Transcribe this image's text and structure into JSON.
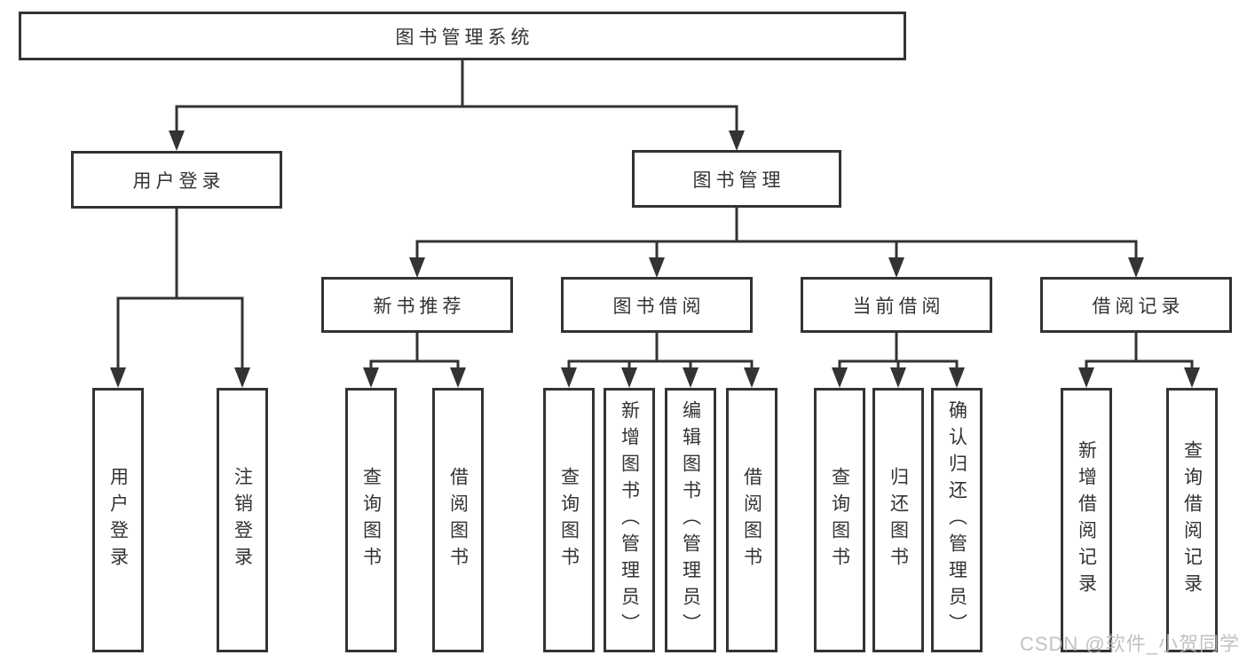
{
  "diagram": {
    "root": {
      "label": "图书管理系统"
    },
    "level2": [
      {
        "label": "用户登录",
        "children": [
          {
            "label": "用户登录"
          },
          {
            "label": "注销登录"
          }
        ]
      },
      {
        "label": "图书管理",
        "children": [
          {
            "label": "新书推荐",
            "children": [
              {
                "label": "查询图书"
              },
              {
                "label": "借阅图书"
              }
            ]
          },
          {
            "label": "图书借阅",
            "children": [
              {
                "label": "查询图书"
              },
              {
                "label": "新增图书（管理员）"
              },
              {
                "label": "编辑图书（管理员）"
              },
              {
                "label": "借阅图书"
              }
            ]
          },
          {
            "label": "当前借阅",
            "children": [
              {
                "label": "查询图书"
              },
              {
                "label": "归还图书"
              },
              {
                "label": "确认归还（管理员）"
              }
            ]
          },
          {
            "label": "借阅记录",
            "children": [
              {
                "label": "新增借阅记录"
              },
              {
                "label": "查询借阅记录"
              }
            ]
          }
        ]
      }
    ]
  },
  "watermark": {
    "text": "CSDN @软件_小贺同学"
  },
  "colors": {
    "line": "#333333",
    "box_border": "#333333",
    "text": "#333333",
    "background": "#ffffff",
    "watermark": "#b9b9b9"
  }
}
